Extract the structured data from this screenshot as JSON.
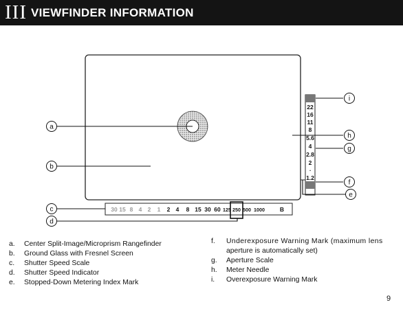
{
  "header": {
    "section_number": "III",
    "title": "VIEWFINDER INFORMATION"
  },
  "diagram": {
    "callouts": [
      "a",
      "b",
      "c",
      "d",
      "e",
      "f",
      "g",
      "h",
      "i"
    ],
    "shutter_scale": [
      "30",
      "15",
      "8",
      "4",
      "2",
      "1",
      "2",
      "4",
      "8",
      "15",
      "30",
      "60",
      "125",
      "250",
      "500",
      "1000",
      "B"
    ],
    "aperture_scale": [
      "22",
      "16",
      "11",
      "8",
      "5.6",
      "4",
      "2.8",
      "2",
      ".",
      "1.2"
    ]
  },
  "legend_left": [
    {
      "key": "a.",
      "text": "Center Split-Image/Microprism Rangefinder"
    },
    {
      "key": "b.",
      "text": "Ground Glass with Fresnel Screen"
    },
    {
      "key": "c.",
      "text": "Shutter Speed Scale"
    },
    {
      "key": "d.",
      "text": "Shutter Speed Indicator"
    },
    {
      "key": "e.",
      "text": "Stopped-Down Metering Index Mark"
    }
  ],
  "legend_right": [
    {
      "key": "f.",
      "text": "Underexposure Warning Mark (maximum lens",
      "cont": "aperture is automatically set)"
    },
    {
      "key": "g.",
      "text": "Aperture Scale"
    },
    {
      "key": "h.",
      "text": "Meter Needle"
    },
    {
      "key": "i.",
      "text": "Overexposure Warning Mark"
    }
  ],
  "page_number": "9"
}
